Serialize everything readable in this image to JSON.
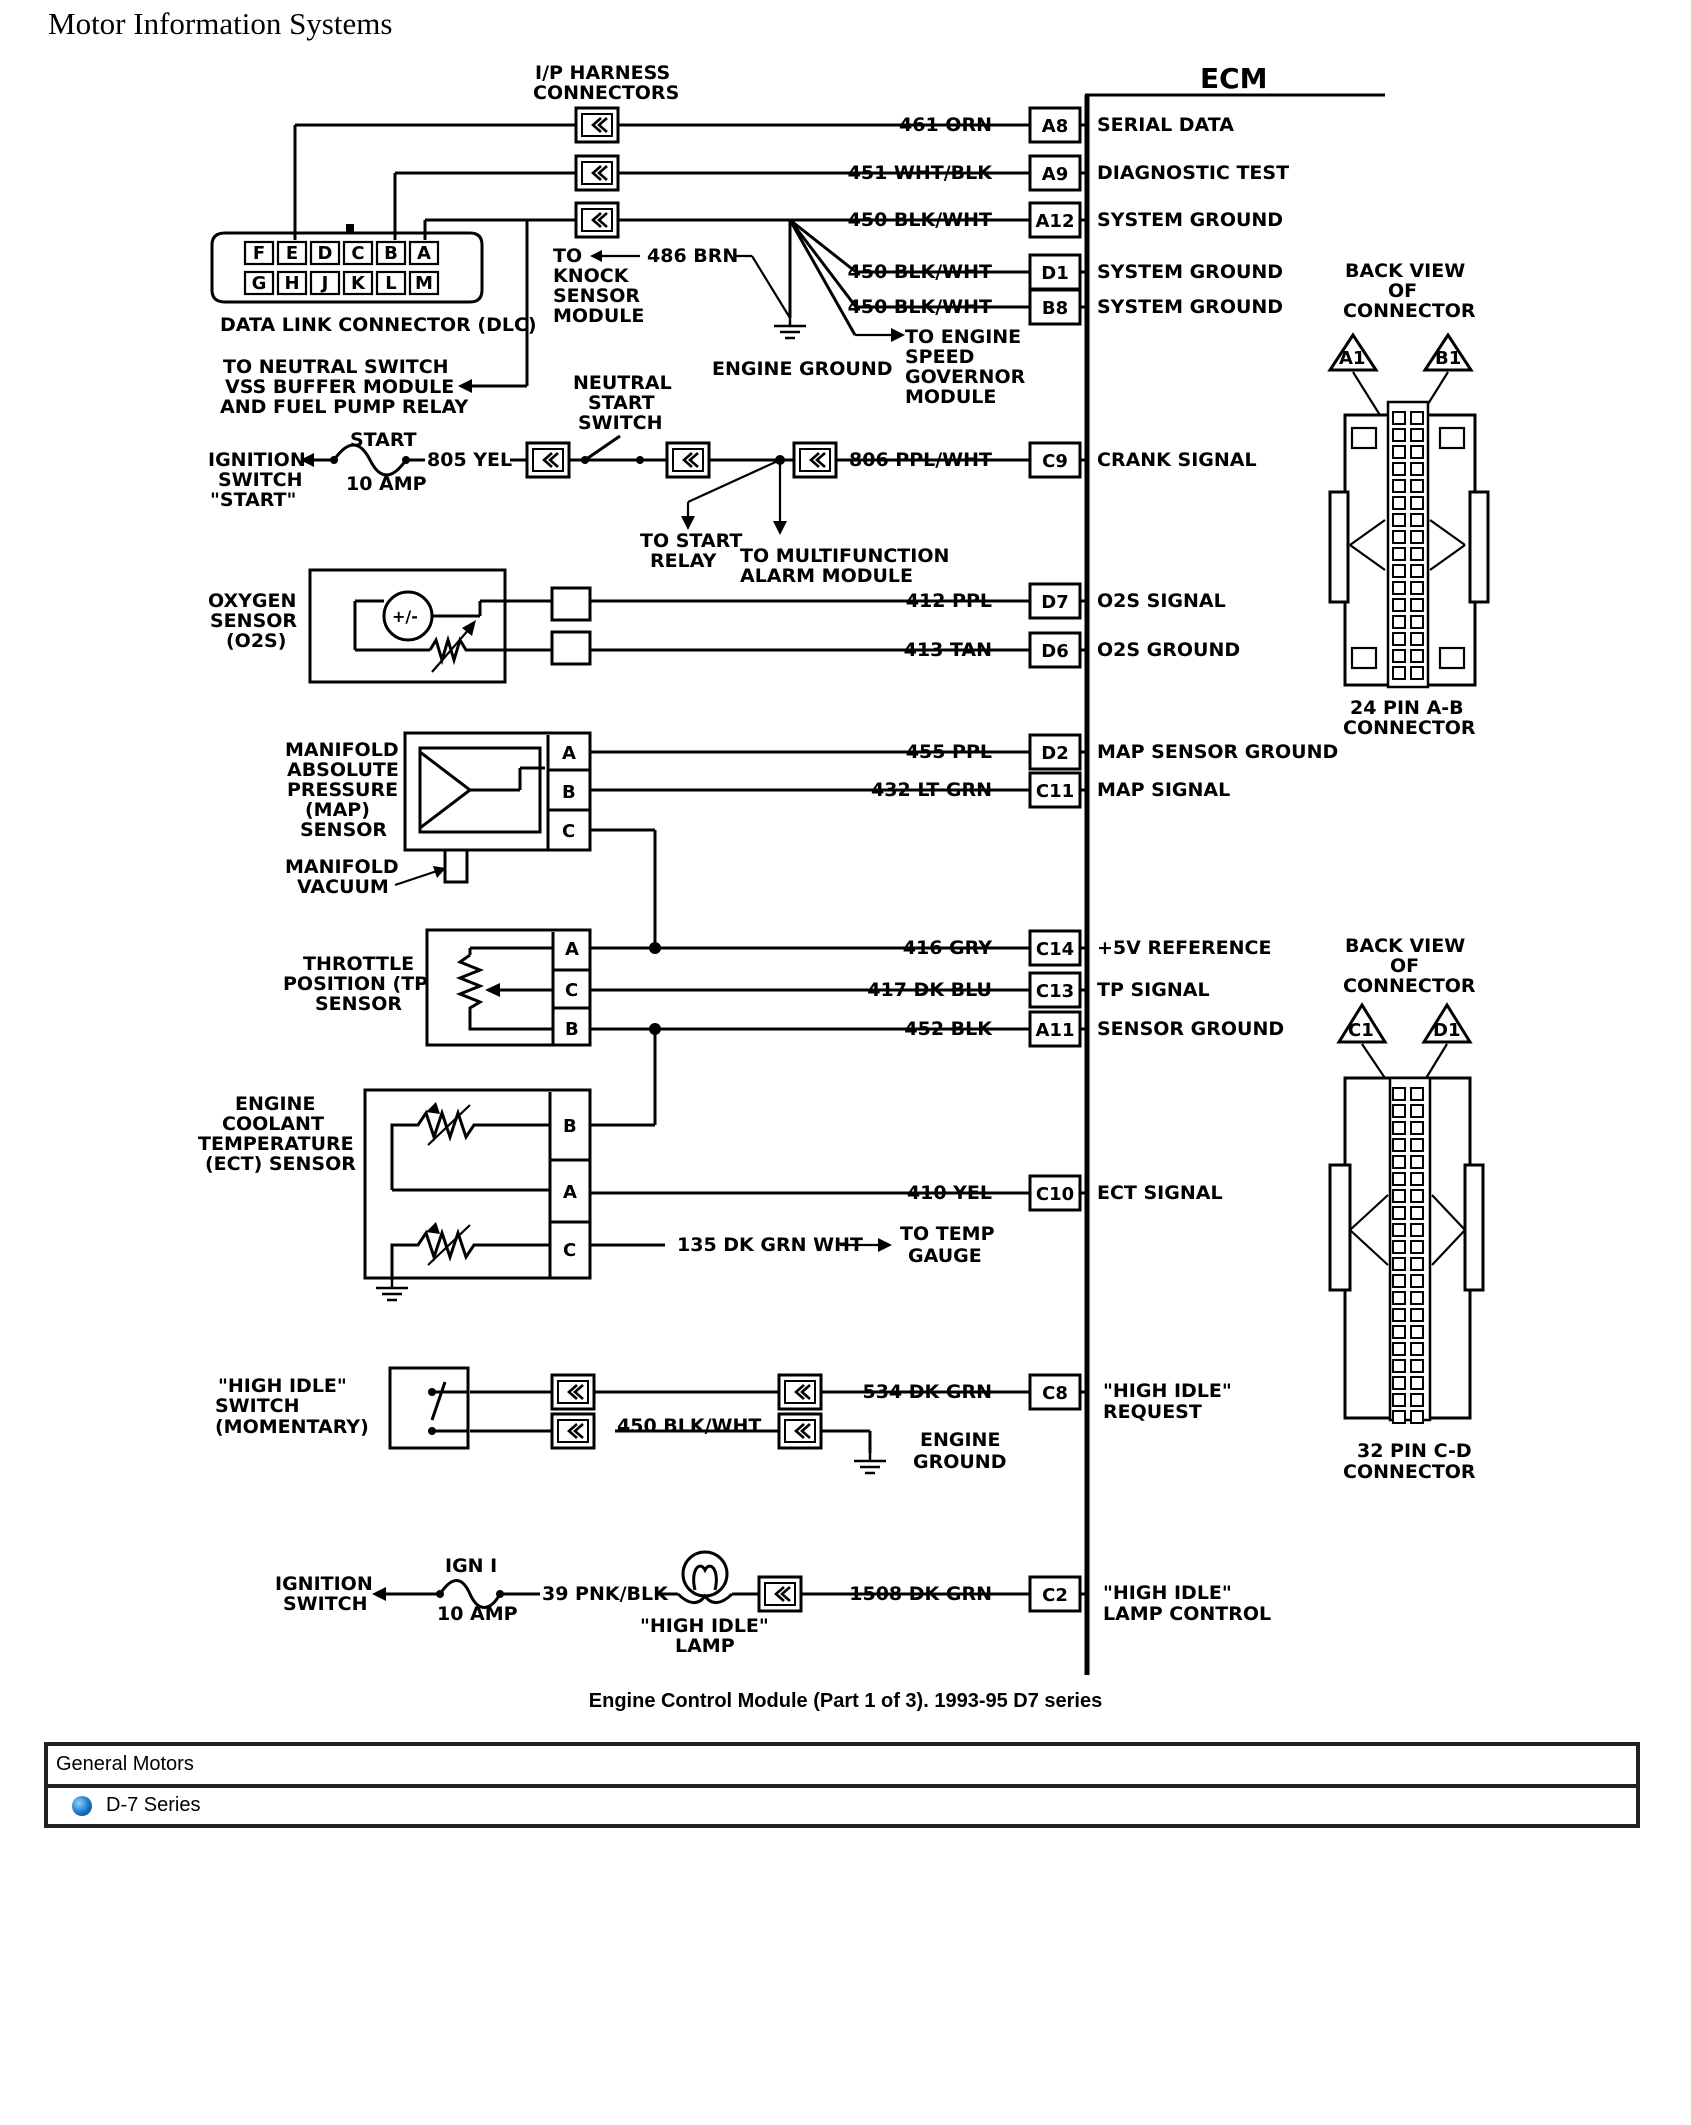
{
  "header": {
    "title": "Motor Information Systems"
  },
  "diagram": {
    "ecm_label": "ECM",
    "ip_harness": [
      "I/P HARNESS",
      "CONNECTORS"
    ],
    "dlc": {
      "pins_top": [
        "F",
        "E",
        "D",
        "C",
        "B",
        "A"
      ],
      "pins_bottom": [
        "G",
        "H",
        "J",
        "K",
        "L",
        "M"
      ],
      "label": "DATA LINK CONNECTOR (DLC)"
    },
    "neutral_switch_dest": [
      "TO NEUTRAL SWITCH",
      "VSS BUFFER MODULE",
      "AND FUEL PUMP RELAY"
    ],
    "knock_sensor": [
      "TO",
      "KNOCK",
      "SENSOR",
      "MODULE"
    ],
    "knock_wire": "486 BRN",
    "engine_ground": "ENGINE GROUND",
    "governor": [
      "TO ENGINE",
      "SPEED",
      "GOVERNOR",
      "MODULE"
    ],
    "neutral_start_switch": [
      "NEUTRAL",
      "START",
      "SWITCH"
    ],
    "ignition_start": [
      "IGNITION",
      "SWITCH",
      "\"START\""
    ],
    "start_fuse": [
      "START",
      "10 AMP"
    ],
    "start_wire": "805 YEL",
    "start_relay": [
      "TO START",
      "RELAY"
    ],
    "multifunction": [
      "TO MULTIFUNCTION",
      "ALARM MODULE"
    ],
    "o2_sensor": [
      "OXYGEN",
      "SENSOR",
      "(O2S)"
    ],
    "o2_symbol": "+/-",
    "map_sensor": [
      "MANIFOLD",
      "ABSOLUTE",
      "PRESSURE",
      "(MAP)",
      "SENSOR"
    ],
    "map_pins": [
      "A",
      "B",
      "C"
    ],
    "manifold_vacuum": [
      "MANIFOLD",
      "VACUUM"
    ],
    "tp_sensor": [
      "THROTTLE",
      "POSITION (TP)",
      "SENSOR"
    ],
    "tp_pins": [
      "A",
      "C",
      "B"
    ],
    "ect_sensor": [
      "ENGINE",
      "COOLANT",
      "TEMPERATURE",
      "(ECT) SENSOR"
    ],
    "ect_pins": [
      "B",
      "A",
      "C"
    ],
    "temp_wire": "135 DK GRN WHT",
    "temp_gauge": [
      "TO TEMP",
      "GAUGE"
    ],
    "high_idle_switch": [
      "\"HIGH IDLE\"",
      "SWITCH",
      "(MOMENTARY)"
    ],
    "high_idle_ground_wire": "450 BLK/WHT",
    "engine_ground2": [
      "ENGINE",
      "GROUND"
    ],
    "ignition_switch": [
      "IGNITION",
      "SWITCH"
    ],
    "ign_fuse": [
      "IGN I",
      "10 AMP"
    ],
    "lamp_wire": "39 PNK/BLK",
    "lamp_label": [
      "\"HIGH IDLE\"",
      "LAMP"
    ],
    "ecm_circuits": [
      {
        "wire": "461 ORN",
        "pin": "A8",
        "function": "SERIAL DATA"
      },
      {
        "wire": "451 WHT/BLK",
        "pin": "A9",
        "function": "DIAGNOSTIC TEST"
      },
      {
        "wire": "450 BLK/WHT",
        "pin": "A12",
        "function": "SYSTEM GROUND"
      },
      {
        "wire": "450 BLK/WHT",
        "pin": "D1",
        "function": "SYSTEM GROUND"
      },
      {
        "wire": "450 BLK/WHT",
        "pin": "B8",
        "function": "SYSTEM GROUND"
      },
      {
        "wire": "806 PPL/WHT",
        "pin": "C9",
        "function": "CRANK SIGNAL"
      },
      {
        "wire": "412 PPL",
        "pin": "D7",
        "function": "O2S SIGNAL"
      },
      {
        "wire": "413 TAN",
        "pin": "D6",
        "function": "O2S GROUND"
      },
      {
        "wire": "455 PPL",
        "pin": "D2",
        "function": "MAP SENSOR GROUND"
      },
      {
        "wire": "432 LT GRN",
        "pin": "C11",
        "function": "MAP SIGNAL"
      },
      {
        "wire": "416 GRY",
        "pin": "C14",
        "function": "+5V REFERENCE"
      },
      {
        "wire": "417 DK BLU",
        "pin": "C13",
        "function": "TP SIGNAL"
      },
      {
        "wire": "452 BLK",
        "pin": "A11",
        "function": "SENSOR GROUND"
      },
      {
        "wire": "410 YEL",
        "pin": "C10",
        "function": "ECT SIGNAL"
      },
      {
        "wire": "534 DK GRN",
        "pin": "C8",
        "function": "\"HIGH IDLE\" REQUEST"
      },
      {
        "wire": "1508 DK GRN",
        "pin": "C2",
        "function": "\"HIGH IDLE\" LAMP CONTROL"
      }
    ],
    "connector_ab": {
      "title": [
        "BACK VIEW",
        "OF",
        "CONNECTOR"
      ],
      "pins": [
        "A1",
        "B1"
      ],
      "name": [
        "24 PIN A-B",
        "CONNECTOR"
      ]
    },
    "connector_cd": {
      "title": [
        "BACK VIEW",
        "OF",
        "CONNECTOR"
      ],
      "pins": [
        "C1",
        "D1"
      ],
      "name": [
        "32 PIN C-D",
        "CONNECTOR"
      ]
    }
  },
  "caption": "Engine Control Module (Part 1 of 3). 1993-95 D7 series",
  "info_table": {
    "maker": "General Motors",
    "series": "D-7 Series"
  }
}
